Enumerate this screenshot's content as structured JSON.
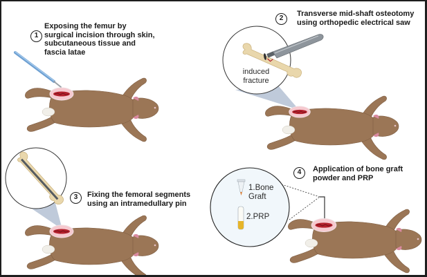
{
  "figure": {
    "title": "Surgical procedure for femoral fracture model and bone graft / PRP application",
    "colors": {
      "rat_fur": "#9b7656",
      "rat_fur_shadow": "#7e5d42",
      "incision_red": "#b3202c",
      "incision_halo": "#f6c9cf",
      "bone": "#e9d7ac",
      "magnifier_fill": "#f1f7fb",
      "cone": "#a9b8cd",
      "scalpel_blue": "#6ea0d2",
      "prp_yellow": "#e6b52a",
      "tip_orange": "#d9803a",
      "border": "#1e1e1e"
    },
    "steps": [
      {
        "number": "1",
        "lines": [
          "Exposing the femur by",
          "surgical incision through skin,",
          "subcutaneous tissue and",
          "fascia latae"
        ],
        "icons": [
          "scalpel-icon",
          "rat-icon",
          "incision-icon"
        ]
      },
      {
        "number": "2",
        "lines": [
          "Transverse mid-shaft osteotomy",
          "using orthopedic electrical saw"
        ],
        "callout_label": [
          "induced",
          "fracture"
        ],
        "icons": [
          "electric-saw-icon",
          "femur-bone-icon",
          "rat-icon"
        ]
      },
      {
        "number": "3",
        "lines": [
          "Fixing the femoral segments",
          "using an intramedullary pin"
        ],
        "icons": [
          "femur-with-pin-icon",
          "rat-icon"
        ]
      },
      {
        "number": "4",
        "lines": [
          "Application of bone graft",
          "powder and PRP"
        ],
        "callout_items": [
          "1.Bone",
          "Graft",
          "2.PRP"
        ],
        "icons": [
          "bone-graft-tube-icon",
          "prp-tube-icon",
          "rat-icon",
          "arrow-down-icon"
        ]
      }
    ]
  }
}
